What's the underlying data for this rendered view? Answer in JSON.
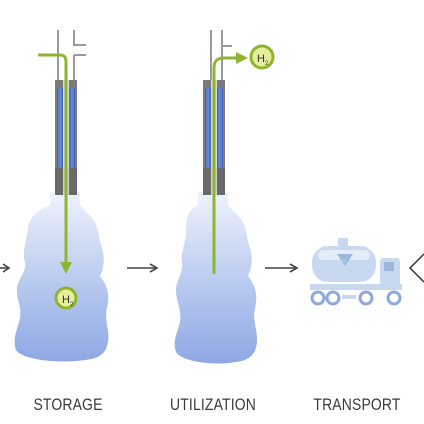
{
  "stages": [
    {
      "label": "STORAGE"
    },
    {
      "label": "UTILIZATION"
    },
    {
      "label": "TRANSPORT"
    }
  ],
  "molecule": {
    "symbol": "H",
    "subscript": "2"
  },
  "colors": {
    "arrow_green": "#8db52f",
    "tube_blue": "#4f76c4",
    "tube_gray": "#6f6f6f",
    "cavern_top": "#e8f0fb",
    "cavern_bottom": "#93ace6",
    "truck_light": "#c8d8ee",
    "truck_mid": "#9cb6dd"
  },
  "icons": [
    "right-arrow-icon",
    "hydrogen-molecule-icon",
    "tanker-truck-icon",
    "left-chevron-icon"
  ]
}
